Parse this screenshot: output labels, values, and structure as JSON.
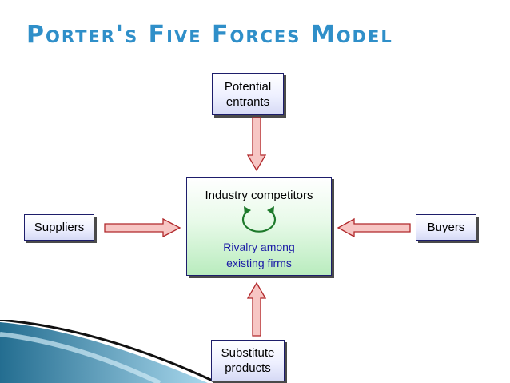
{
  "title": "Porter's Five Forces Model",
  "nodes": {
    "entrants": "Potential\nentrants",
    "suppliers": "Suppliers",
    "buyers": "Buyers",
    "substitutes": "Substitute\nproducts",
    "center_title": "Industry competitors",
    "center_sub": "Rivalry among\nexisting firms"
  },
  "colors": {
    "title": "#2f8fc9",
    "arrow_fill": "#f7c6c4",
    "arrow_stroke": "#b1282b",
    "cycle": "#1e7a2c",
    "sub_text": "#1a1aa6"
  }
}
